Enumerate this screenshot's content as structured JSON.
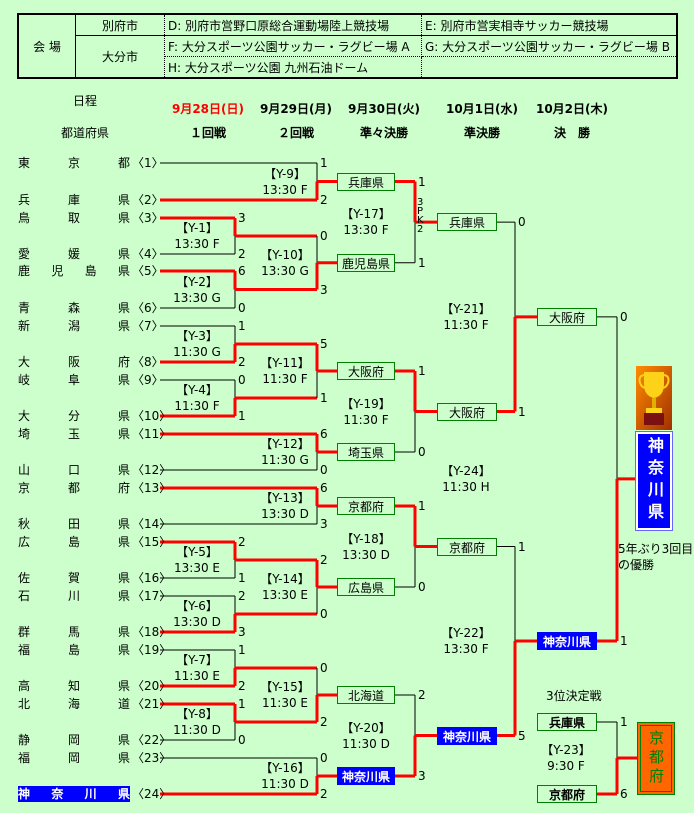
{
  "venue": {
    "heading": "会 場",
    "cities": [
      "別府市",
      "大分市"
    ],
    "sites": {
      "D": "D: 別府市営野口原総合運動場陸上競技場",
      "E": "E: 別府市営実相寺サッカー競技場",
      "F": "F: 大分スポーツ公園サッカー・ラグビー場 A",
      "G": "G: 大分スポーツ公園サッカー・ラグビー場 B",
      "H": "H: 大分スポーツ公園 九州石油ドーム"
    }
  },
  "schedule": {
    "label": "日程",
    "dates": [
      "9月28日(日)",
      "9月29日(月)",
      "9月30日(火)",
      "10月1日(水)",
      "10月2日(木)"
    ]
  },
  "rounds_header": {
    "label": "都道府県",
    "rounds": [
      "１回戦",
      "２回戦",
      "準々決勝",
      "準決勝",
      "決　勝"
    ]
  },
  "colors": {
    "background": "#ccffcc",
    "winner_line": "#ff0000",
    "champion": "#0000ff",
    "third_place": "#ff6600",
    "box_border": "#008000"
  },
  "teams": [
    {
      "name": "東京都",
      "seed": "〈1〉"
    },
    {
      "name": "兵庫県",
      "seed": "〈2〉"
    },
    {
      "name": "鳥取県",
      "seed": "〈3〉"
    },
    {
      "name": "愛媛県",
      "seed": "〈4〉"
    },
    {
      "name": "鹿児島県",
      "seed": "〈5〉"
    },
    {
      "name": "青森県",
      "seed": "〈6〉"
    },
    {
      "name": "新潟県",
      "seed": "〈7〉"
    },
    {
      "name": "大阪府",
      "seed": "〈8〉"
    },
    {
      "name": "岐阜県",
      "seed": "〈9〉"
    },
    {
      "name": "大分県",
      "seed": "〈10〉"
    },
    {
      "name": "埼玉県",
      "seed": "〈11〉"
    },
    {
      "name": "山口県",
      "seed": "〈12〉"
    },
    {
      "name": "京都府",
      "seed": "〈13〉"
    },
    {
      "name": "秋田県",
      "seed": "〈14〉"
    },
    {
      "name": "広島県",
      "seed": "〈15〉"
    },
    {
      "name": "佐賀県",
      "seed": "〈16〉"
    },
    {
      "name": "石川県",
      "seed": "〈17〉"
    },
    {
      "name": "群馬県",
      "seed": "〈18〉"
    },
    {
      "name": "福島県",
      "seed": "〈19〉"
    },
    {
      "name": "高知県",
      "seed": "〈20〉"
    },
    {
      "name": "北海道",
      "seed": "〈21〉"
    },
    {
      "name": "静岡県",
      "seed": "〈22〉"
    },
    {
      "name": "福岡県",
      "seed": "〈23〉"
    },
    {
      "name": "神奈川県",
      "seed": "〈24〉",
      "highlight": true
    }
  ],
  "round1": [
    {
      "label": "【Y-1】",
      "time": "13:30 F",
      "scores": [
        "3",
        "2"
      ],
      "winner": "top"
    },
    {
      "label": "【Y-2】",
      "time": "13:30 G",
      "scores": [
        "6",
        "0"
      ],
      "winner": "top"
    },
    {
      "label": "【Y-3】",
      "time": "11:30 G",
      "scores": [
        "1",
        "2"
      ],
      "winner": "bottom"
    },
    {
      "label": "【Y-4】",
      "time": "11:30 F",
      "scores": [
        "0",
        "1"
      ],
      "winner": "bottom"
    },
    {
      "label": "【Y-5】",
      "time": "13:30 E",
      "scores": [
        "2",
        "1"
      ],
      "winner": "top"
    },
    {
      "label": "【Y-6】",
      "time": "13:30 D",
      "scores": [
        "2",
        "3"
      ],
      "winner": "bottom"
    },
    {
      "label": "【Y-7】",
      "time": "11:30 E",
      "scores": [
        "1",
        "2"
      ],
      "winner": "bottom"
    },
    {
      "label": "【Y-8】",
      "time": "11:30 D",
      "scores": [
        "1",
        "0"
      ],
      "winner": "top"
    }
  ],
  "round2": [
    {
      "label": "【Y-9】",
      "time": "13:30 F",
      "scores": [
        "1",
        "2"
      ],
      "winner": "bottom",
      "winner_team": "兵庫県"
    },
    {
      "label": "【Y-10】",
      "time": "13:30 G",
      "scores": [
        "0",
        "3"
      ],
      "winner": "bottom",
      "winner_team": "鹿児島県"
    },
    {
      "label": "【Y-11】",
      "time": "11:30 F",
      "scores": [
        "5",
        "1"
      ],
      "winner": "top",
      "winner_team": "大阪府"
    },
    {
      "label": "【Y-12】",
      "time": "11:30 G",
      "scores": [
        "6",
        "0"
      ],
      "winner": "top",
      "winner_team": "埼玉県"
    },
    {
      "label": "【Y-13】",
      "time": "13:30 D",
      "scores": [
        "6",
        "3"
      ],
      "winner": "top",
      "winner_team": "京都府"
    },
    {
      "label": "【Y-14】",
      "time": "13:30 E",
      "scores": [
        "2",
        "0"
      ],
      "winner": "top",
      "winner_team": "広島県"
    },
    {
      "label": "【Y-15】",
      "time": "11:30 E",
      "scores": [
        "0",
        "2"
      ],
      "winner": "bottom",
      "winner_team": "北海道"
    },
    {
      "label": "【Y-16】",
      "time": "11:30 D",
      "scores": [
        "0",
        "2"
      ],
      "winner": "bottom",
      "winner_team": "神奈川県",
      "highlight": true
    }
  ],
  "quarterfinals": [
    {
      "label": "【Y-17】",
      "time": "13:30 F",
      "scores": [
        "1",
        "1"
      ],
      "pk": "3PK2",
      "winner": "top",
      "winner_team": "兵庫県"
    },
    {
      "label": "【Y-19】",
      "time": "11:30 F",
      "scores": [
        "1",
        "0"
      ],
      "winner": "top",
      "winner_team": "大阪府"
    },
    {
      "label": "【Y-18】",
      "time": "13:30 D",
      "scores": [
        "1",
        "0"
      ],
      "winner": "top",
      "winner_team": "京都府"
    },
    {
      "label": "【Y-20】",
      "time": "11:30 D",
      "scores": [
        "2",
        "3"
      ],
      "winner": "bottom",
      "winner_team": "神奈川県",
      "highlight": true
    }
  ],
  "semifinals": [
    {
      "label": "【Y-21】",
      "time": "11:30 F",
      "scores": [
        "0",
        "1"
      ],
      "winner": "bottom",
      "winner_team": "大阪府"
    },
    {
      "label": "【Y-22】",
      "time": "13:30 F",
      "scores": [
        "1",
        "5"
      ],
      "winner": "bottom",
      "winner_team": "神奈川県",
      "highlight": true
    }
  ],
  "final": {
    "label": "【Y-24】",
    "time": "11:30 H",
    "scores": [
      "0",
      "1"
    ],
    "winner": "bottom",
    "champion": "神奈川県",
    "note": "5年ぶり3回目の優勝",
    "trophy_icon": "trophy-icon"
  },
  "third_place": {
    "title": "3位決定戦",
    "label": "【Y-23】",
    "time": "9:30 F",
    "teams": [
      "兵庫県",
      "京都府"
    ],
    "scores": [
      "1",
      "6"
    ],
    "winner": "bottom",
    "winner_team": "京都府"
  }
}
